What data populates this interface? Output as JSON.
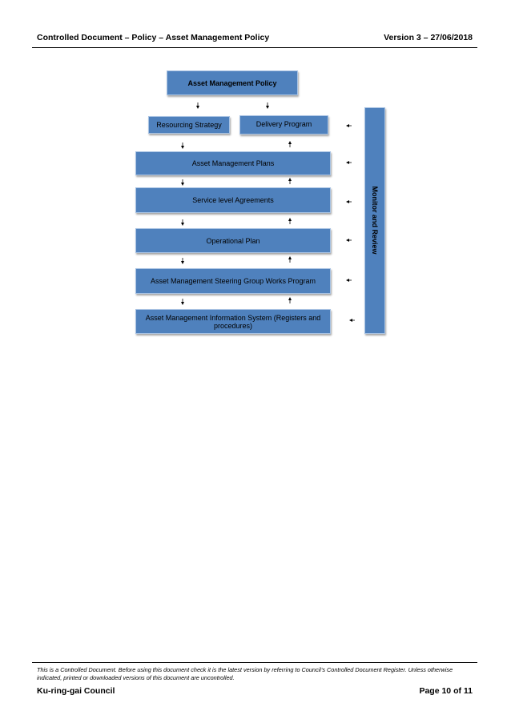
{
  "header": {
    "title": "Controlled Document – Policy – Asset Management Policy",
    "version": "Version 3 – 27/06/2018"
  },
  "diagram": {
    "policy": "Asset Management Policy",
    "resourcing": "Resourcing Strategy",
    "delivery": "Delivery Program",
    "plans": "Asset Management Plans",
    "sla": "Service level Agreements",
    "operational": "Operational Plan",
    "steering": "Asset Management Steering Group Works Program",
    "information": "Asset Management Information System (Registers and procedures)",
    "monitor": "Monitor and Review"
  },
  "footer": {
    "note": "This is a Controlled Document.  Before using this document check it is the latest version by referring to Council’s Controlled Document Register.  Unless otherwise indicated, printed or downloaded versions of this document are uncontrolled.",
    "organisation": "Ku-ring-gai Council",
    "page": "Page 10 of 11"
  }
}
